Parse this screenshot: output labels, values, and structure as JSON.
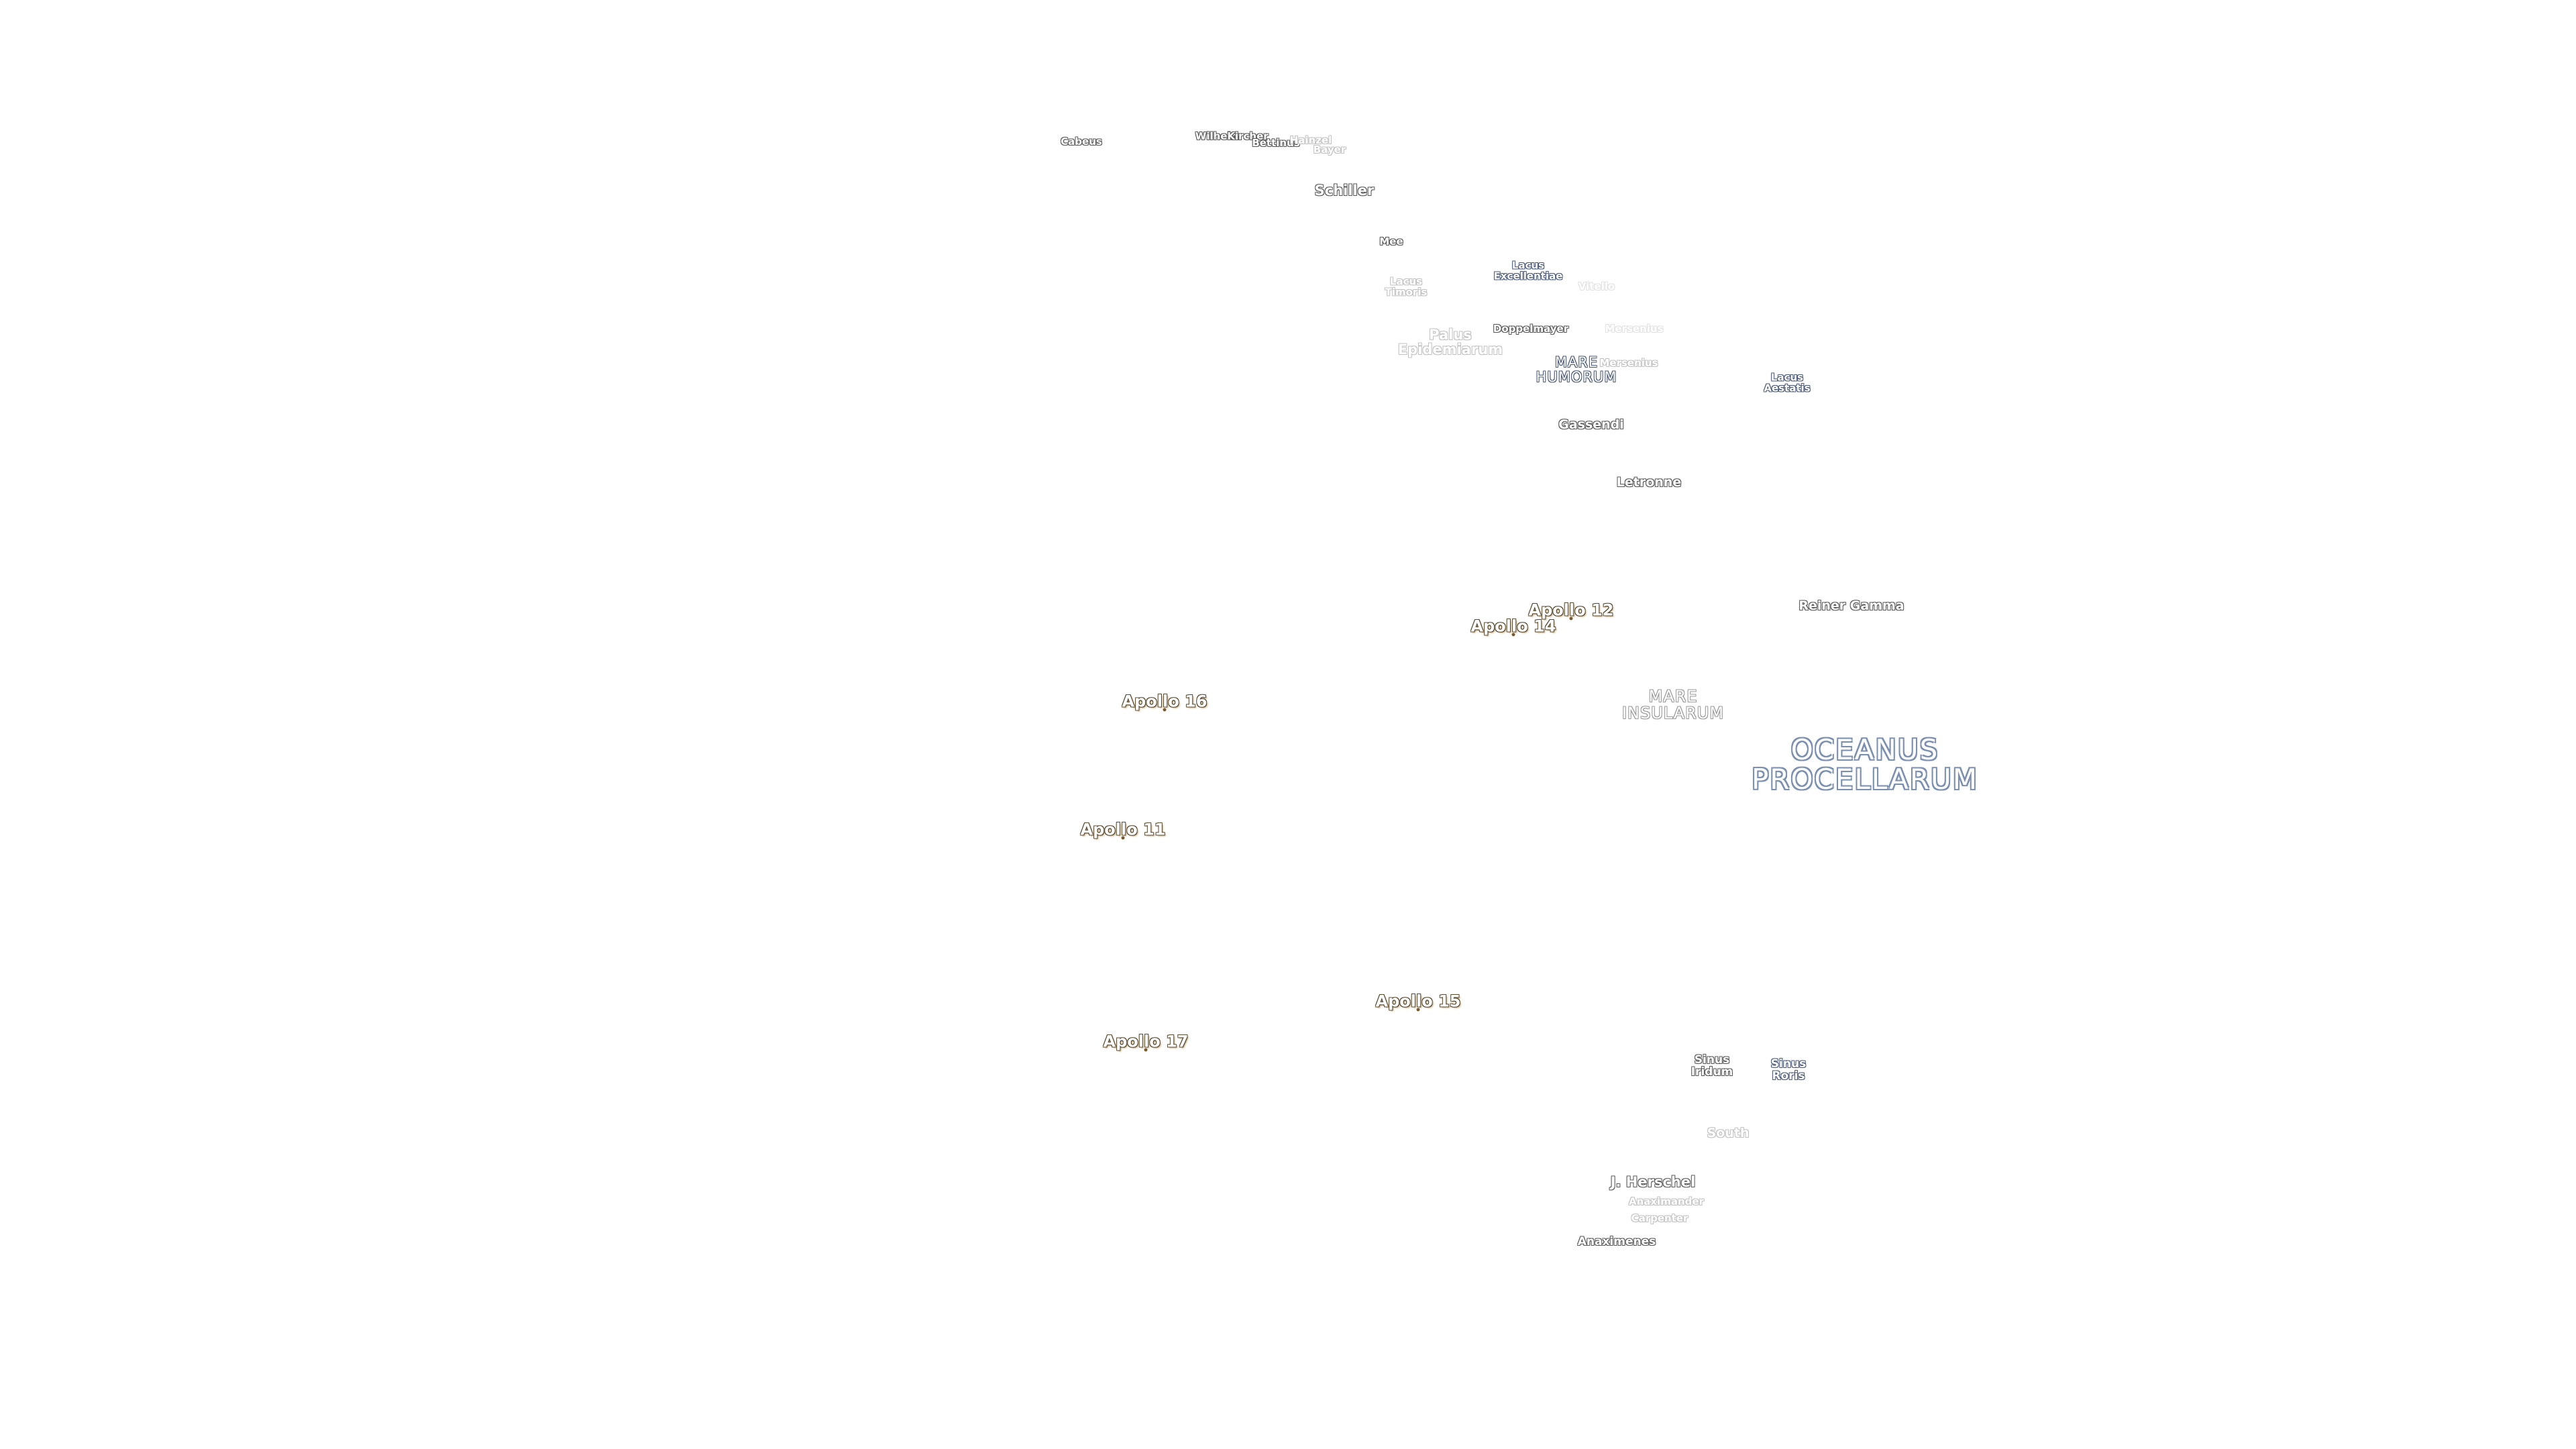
{
  "map": {
    "labels": {
      "cabeus": "Cabeus",
      "wilhelm": "Wilhelm",
      "kircher": "Kircher",
      "bettinus": "Bettinus",
      "hainzel": "Hainzel",
      "bayer": "Bayer",
      "schiller": "Schiller",
      "mee": "Mee",
      "lacus_excellentiae": "Lacus\nExcellentiae",
      "lacus_timoris": "Lacus\nTimoris",
      "vitello": "Vitello",
      "palus_epidemiarum": "Palus\nEpidemiarum",
      "doppelmayer": "Doppelmayer",
      "mersenius_faint": "Mersenius",
      "mare_humorum": "MARE\nHUMORUM",
      "mersenius": "Mersenius",
      "lacus_aestatis": "Lacus\nAestatis",
      "gassendi": "Gassendi",
      "letronne": "Letronne",
      "reiner_gamma": "Reiner Gamma",
      "mare_insularum": "MARE\nINSULARUM",
      "oceanus_procellarum": "OCEANUS\nPROCELLARUM",
      "sinus_iridum": "Sinus\nIridum",
      "sinus_roris": "Sinus\nRoris",
      "south": "South",
      "j_herschel": "J. Herschel",
      "anaximander": "Anaximander",
      "carpenter": "Carpenter",
      "anaximenes": "Anaximenes"
    },
    "apollo": {
      "a12": "Apollo 12",
      "a14": "Apollo 14",
      "a16": "Apollo 16",
      "a11": "Apollo 11",
      "a15": "Apollo 15",
      "a17": "Apollo 17"
    },
    "colors": {
      "background": "#ffffff",
      "feature_outline": "#5a5a5a",
      "mare_outline": "#4a5a78",
      "ocean_outline": "#7b8fb0",
      "apollo_outline": "#5b4a2e",
      "apollo_marker": "#7a5a2a"
    }
  }
}
